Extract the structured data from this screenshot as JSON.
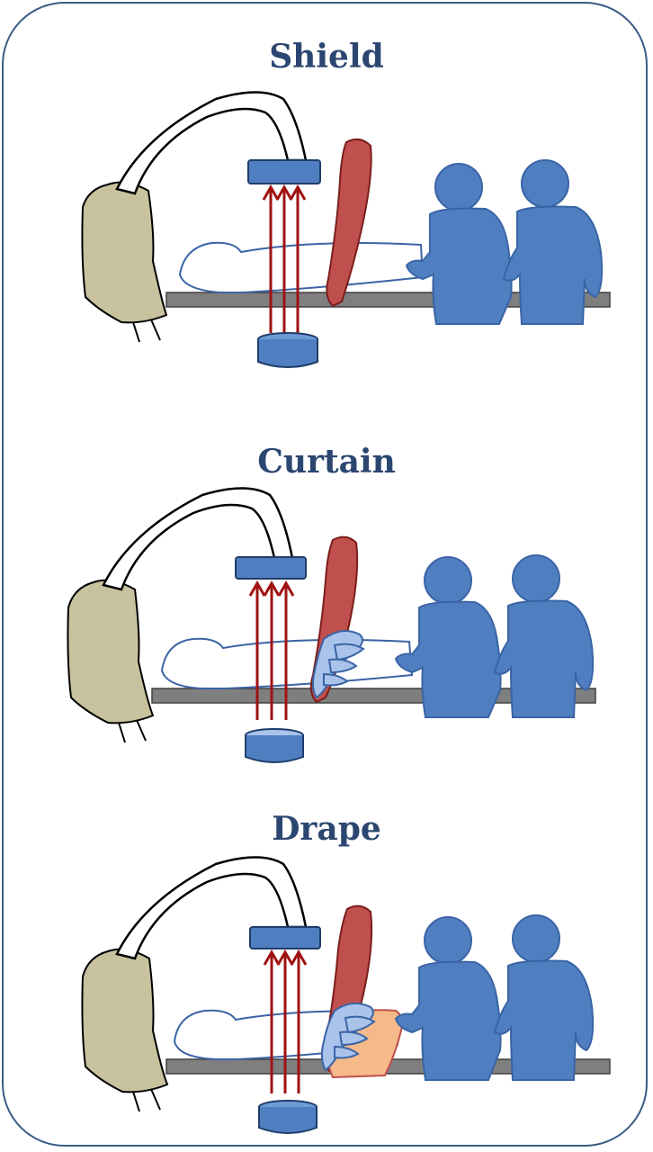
{
  "panels": [
    {
      "id": "shield",
      "title": "Shield"
    },
    {
      "id": "curtain",
      "title": "Curtain"
    },
    {
      "id": "drape",
      "title": "Drape"
    }
  ],
  "colors": {
    "frame": "#3b5b86",
    "title": "#2b4670",
    "person": "#4f7fc1",
    "person_outline": "#3a64a5",
    "device": "#4f7fc1",
    "beam": "#a01212",
    "shield": "#c0504d",
    "curtain": "#a9c3ea",
    "drape": "#f6b98a",
    "table": "#7f7f7f",
    "generator": "#c8c29e"
  },
  "icons": [
    "c-arm-icon",
    "x-ray-beam-icon",
    "patient-icon",
    "staff-person-icon",
    "lead-shield-icon",
    "lead-curtain-icon",
    "lead-drape-icon"
  ]
}
